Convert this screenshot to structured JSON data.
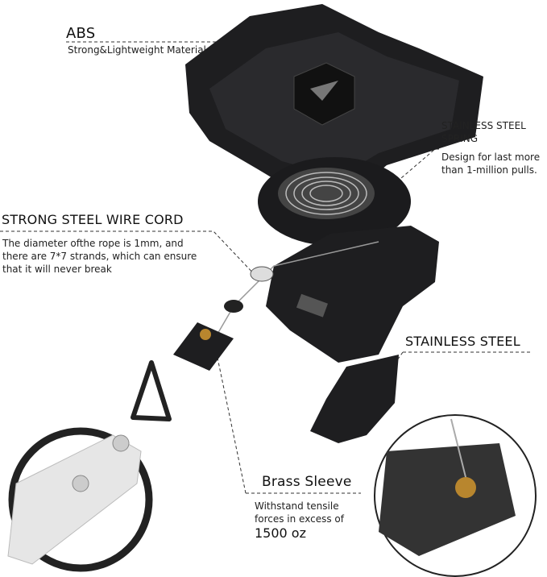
{
  "callouts": {
    "abs": {
      "title": "ABS",
      "desc": "Strong&Lightweight Material"
    },
    "spring": {
      "title_1": "STAINLESS STEEL",
      "title_2": "SPRING",
      "desc_1": "Design for last more",
      "desc_2": "than 1-million pulls."
    },
    "wire": {
      "title": "STRONG STEEL WIRE CORD",
      "desc_1": "The diameter ofthe rope is 1mm, and",
      "desc_2": "there are 7*7 strands, which can ensure",
      "desc_3": "that it will never break"
    },
    "steel": {
      "title": "STAINLESS STEEL"
    },
    "brass": {
      "title": "Brass Sleeve",
      "desc_1": "Withstand tensile",
      "desc_2": "forces in excess of",
      "desc_3": "1500 oz"
    }
  },
  "colors": {
    "product": "#1e1e20",
    "brass": "#b8862e",
    "text": "#111111"
  }
}
